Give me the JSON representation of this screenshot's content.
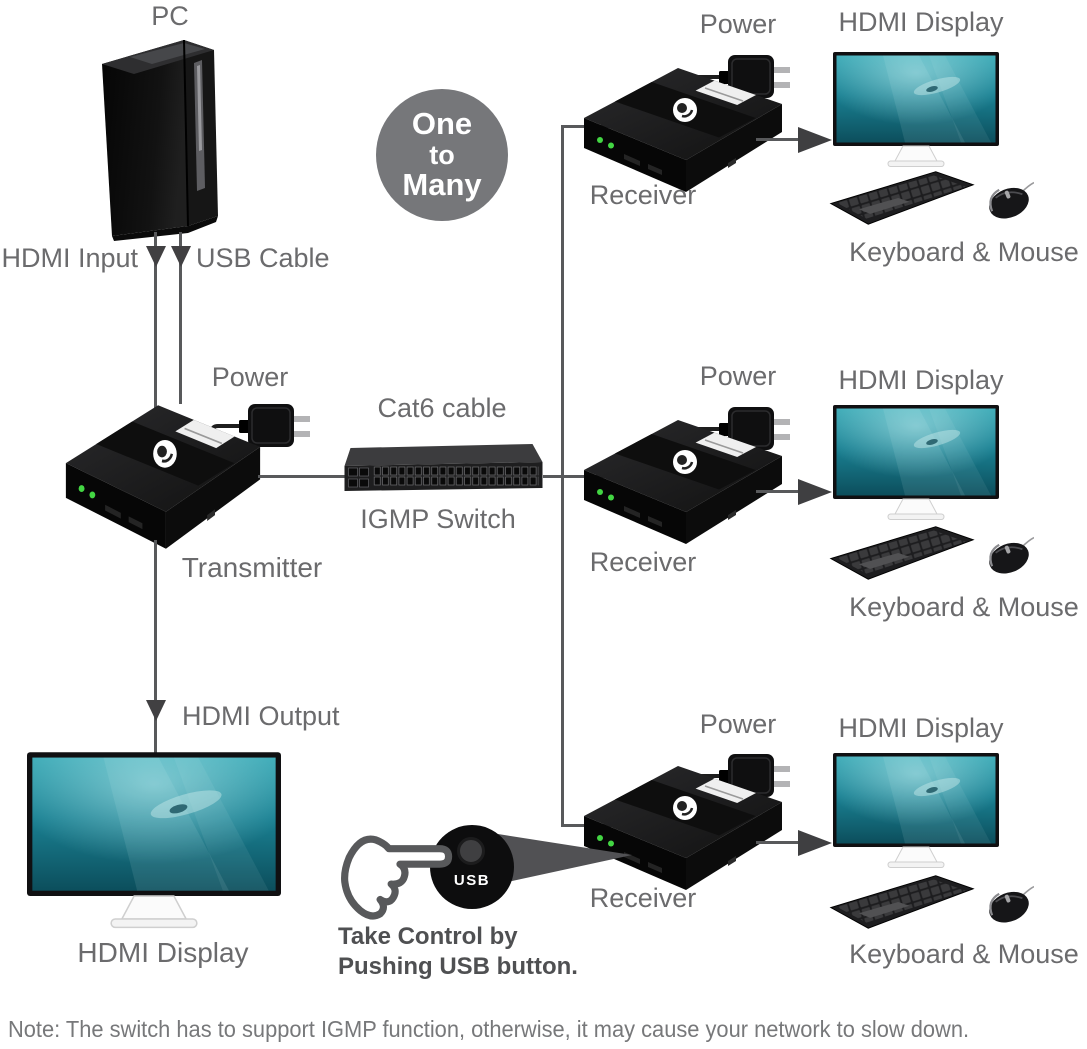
{
  "colors": {
    "label_gray": "#6b6b6d",
    "line_gray": "#58595b",
    "badge_gray": "#76777a",
    "led_green": "#43d643",
    "screen_teal": "#1d8success#",
    "screen_teal_top": "#35a7b4",
    "screen_teal_bottom": "#0c4e5c"
  },
  "pc": {
    "label": "PC"
  },
  "cables": {
    "hdmi_input": "HDMI Input",
    "usb_cable": "USB Cable",
    "cat6": "Cat6 cable",
    "hdmi_output": "HDMI Output"
  },
  "badge": {
    "line1": "One",
    "line2": "to",
    "line3": "Many"
  },
  "transmitter": {
    "label": "Transmitter",
    "power_label": "Power"
  },
  "network_switch": {
    "label": "IGMP Switch"
  },
  "local_display": {
    "label": "HDMI Display"
  },
  "usb_control": {
    "button_label": "USB",
    "caption_line1": "Take Control by",
    "caption_line2": "Pushing USB button."
  },
  "receivers": [
    {
      "power_label": "Power",
      "label": "Receiver",
      "display_label": "HDMI Display",
      "peripherals_label": "Keyboard & Mouse"
    },
    {
      "power_label": "Power",
      "label": "Receiver",
      "display_label": "HDMI Display",
      "peripherals_label": "Keyboard & Mouse"
    },
    {
      "power_label": "Power",
      "label": "Receiver",
      "display_label": "HDMI Display",
      "peripherals_label": "Keyboard & Mouse"
    }
  ],
  "note": "Note: The switch has to support IGMP function, otherwise, it may cause your network to slow down."
}
